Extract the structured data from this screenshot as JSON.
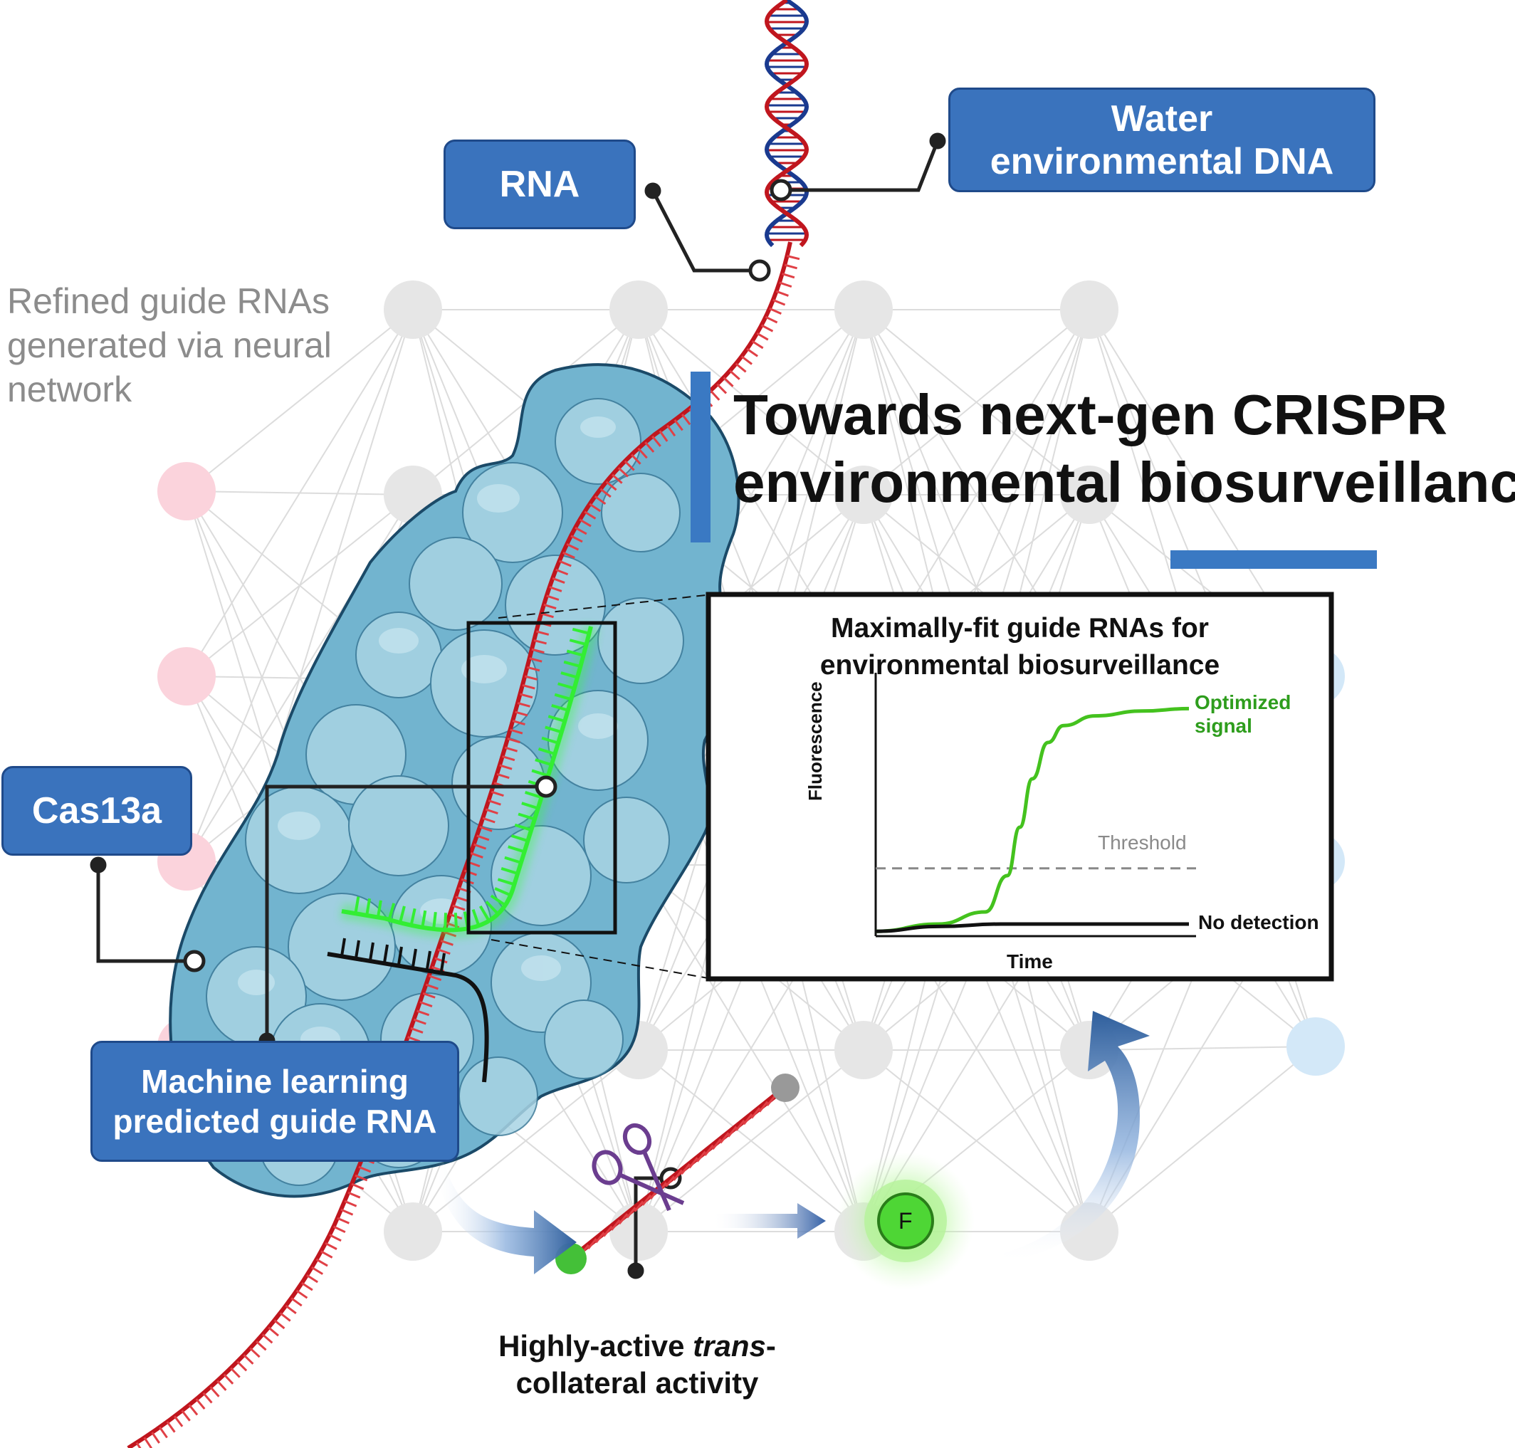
{
  "labels": {
    "rna": "RNA",
    "water_dna_line1": "Water",
    "water_dna_line2": "environmental DNA",
    "cas13a": "Cas13a",
    "ml_guide_line1": "Machine learning",
    "ml_guide_line2": "predicted guide RNA",
    "refined_line1": "Refined guide RNAs",
    "refined_line2": "generated via neural",
    "refined_line3": "network",
    "headline_line1": "Towards next-gen CRISPR",
    "headline_line2": "environmental biosurveillance",
    "trans_line1_prefix": "Highly-active ",
    "trans_line1_italic": "trans",
    "trans_line1_suffix": "-",
    "trans_line2": "collateral activity",
    "fluorophore": "F"
  },
  "colors": {
    "label_fill": "#3a73bd",
    "rna_strand": "#c0161e",
    "guide_rna": "#33ff33",
    "dna_blue": "#1a3a8f",
    "protein": "#6fb3cf",
    "accent_bar": "#3a79c3"
  },
  "chart_data": {
    "type": "line",
    "title": "Maximally-fit guide RNAs for environmental biosurveillance",
    "xlabel": "Time",
    "ylabel": "Fluorescence",
    "ylim": [
      0,
      1
    ],
    "xlim": [
      0,
      1
    ],
    "threshold": {
      "label": "Threshold",
      "value": 0.28
    },
    "series": [
      {
        "name": "Optimized signal",
        "name_line1": "Optimized",
        "name_line2": "signal",
        "color": "#44c21e",
        "x": [
          0,
          0.2,
          0.35,
          0.42,
          0.46,
          0.5,
          0.55,
          0.6,
          0.7,
          0.85,
          1.0
        ],
        "y": [
          0.02,
          0.05,
          0.1,
          0.25,
          0.45,
          0.65,
          0.8,
          0.87,
          0.91,
          0.93,
          0.94
        ]
      },
      {
        "name": "No detection",
        "color": "#111111",
        "x": [
          0,
          0.2,
          0.4,
          0.6,
          0.8,
          1.0
        ],
        "y": [
          0.02,
          0.04,
          0.05,
          0.05,
          0.05,
          0.05
        ]
      }
    ]
  }
}
